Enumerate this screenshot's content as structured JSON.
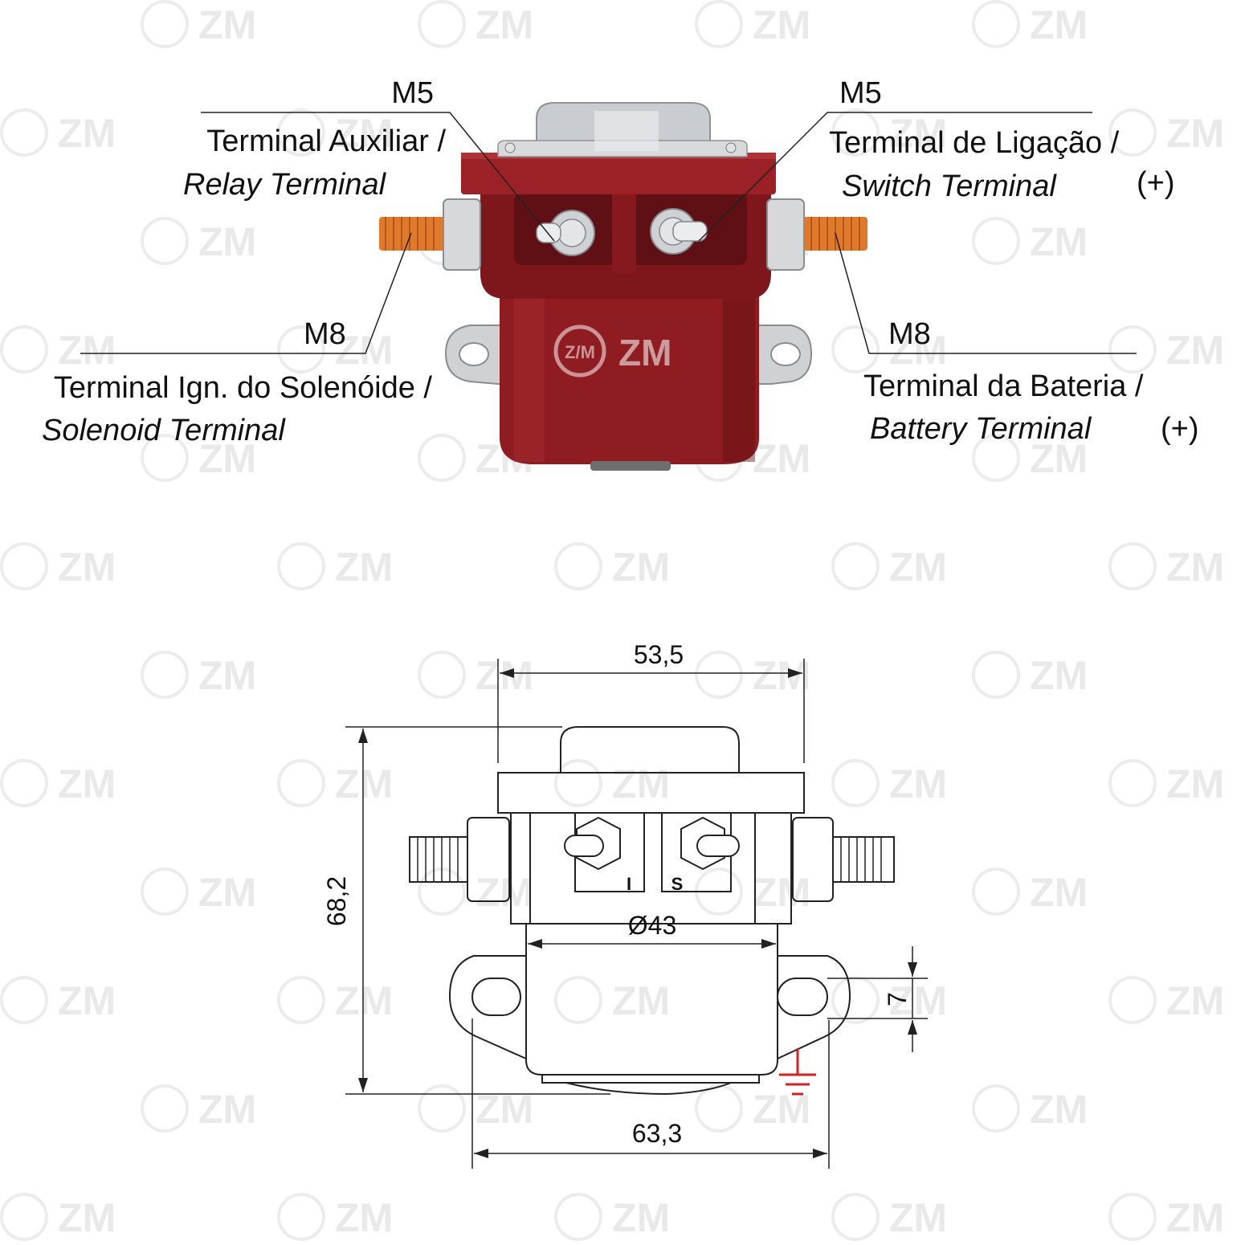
{
  "watermark": {
    "text": "ZM",
    "logo_text": "Z/M"
  },
  "photo": {
    "brand": "ZM",
    "labels": {
      "top_left": {
        "size": "M5",
        "line1": "Terminal Auxiliar /",
        "line2": "Relay Terminal"
      },
      "top_right": {
        "size": "M5",
        "line1": "Terminal de Ligação /",
        "line2": "Switch Terminal",
        "polarity": "(+)"
      },
      "bottom_left": {
        "size": "M8",
        "line1": "Terminal Ign. do Solenóide /",
        "line2": "Solenoid Terminal"
      },
      "bottom_right": {
        "size": "M8",
        "line1": "Terminal da Bateria /",
        "line2": "Battery Terminal",
        "polarity": "(+)"
      }
    },
    "colors": {
      "body": "#8e1c20",
      "body_dark": "#6a1214",
      "copper": "#e07a2a",
      "steel": "#c9ccd0"
    }
  },
  "drawing": {
    "dims": {
      "width_top": "53,5",
      "height": "68,2",
      "diameter": "Ø43",
      "hole": "7",
      "width_base": "63,3"
    },
    "terminal_marks": {
      "left": "I",
      "right": "S"
    },
    "ground_color": "#d42020"
  }
}
